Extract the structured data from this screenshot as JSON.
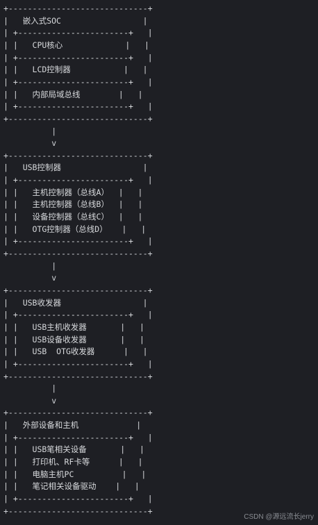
{
  "diagram": {
    "lines": [
      "+-----------------------------+",
      "|   嵌入式SOC                 |",
      "| +-----------------------+   |",
      "| |   CPU核心             |   |",
      "| +-----------------------+   |",
      "| |   LCD控制器           |   |",
      "| +-----------------------+   |",
      "| |   内部局域总线        |   |",
      "| +-----------------------+   |",
      "+-----------------------------+",
      "          |",
      "          v",
      "+-----------------------------+",
      "|   USB控制器                 |",
      "| +-----------------------+   |",
      "| |   主机控制器（总线A）  |   |",
      "| |   主机控制器（总线B）  |   |",
      "| |   设备控制器（总线C）  |   |",
      "| |   OTG控制器（总线D）   |   |",
      "| +-----------------------+   |",
      "+-----------------------------+",
      "          |",
      "          v",
      "+-----------------------------+",
      "|   USB收发器                 |",
      "| +-----------------------+   |",
      "| |   USB主机收发器       |   |",
      "| |   USB设备收发器       |   |",
      "| |   USB  OTG收发器      |   |",
      "| +-----------------------+   |",
      "+-----------------------------+",
      "          |",
      "          v",
      "+-----------------------------+",
      "|   外部设备和主机            |",
      "| +-----------------------+   |",
      "| |   USB笔相关设备       |   |",
      "| |   打印机、RF卡等      |   |",
      "| |   电脑主机PC          |   |",
      "| |   笔记相关设备驱动    |   |",
      "| +-----------------------+   |",
      "+-----------------------------+"
    ]
  },
  "watermark": "CSDN @源远流长jerry"
}
